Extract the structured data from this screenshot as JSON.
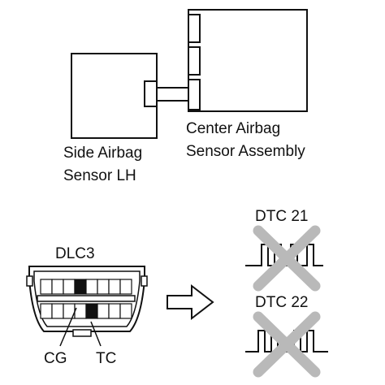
{
  "labels": {
    "center_airbag_sensor": [
      "Center Airbag",
      "Sensor Assembly"
    ],
    "side_airbag_sensor": [
      "Side Airbag",
      "Sensor LH"
    ],
    "dlc3": "DLC3",
    "cg": "CG",
    "tc": "TC",
    "dtc_21": "DTC 21",
    "dtc_22": "DTC 22"
  },
  "icons": {
    "arrow": "right-arrow-icon",
    "cross": "x-cross-icon"
  },
  "colors": {
    "line": "#111111",
    "cross_mark": "#b9b9b9",
    "terminal_fill": "#111111",
    "background": "#ffffff"
  }
}
